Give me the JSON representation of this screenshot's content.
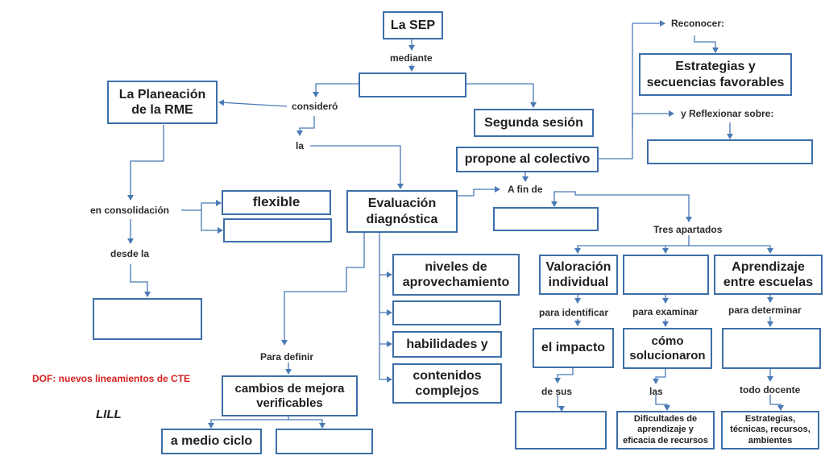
{
  "nodes": {
    "sep": "La SEP",
    "planeacion": "La Planeación de la RME",
    "segunda_sesion": "Segunda sesión",
    "propone": "propone al colectivo",
    "estrategias_favorables": "Estrategias y secuencias favorables",
    "flexible": "flexible",
    "evaluacion": "Evaluación diagnóstica",
    "niveles": "niveles de aprovechamiento",
    "habilidades": "habilidades y",
    "contenidos": "contenidos complejos",
    "cambios": "cambios de mejora verificables",
    "medio_ciclo": "a medio ciclo",
    "valoracion": "Valoración individual",
    "aprendizaje": "Aprendizaje entre escuelas",
    "impacto": "el impacto",
    "como": "cómo solucionaron",
    "dificultades": "Dificultades de aprendizaje y eficacia de recursos",
    "estrategias_tecnicas": "Estrategias, técnicas, recursos, ambientes"
  },
  "labels": {
    "mediante": "mediante",
    "considero": "consideró",
    "la": "la",
    "reconocer": "Reconocer:",
    "reflexionar": "y Reflexionar sobre:",
    "a_fin_de": "A fin de",
    "tres_apartados": "Tres apartados",
    "en_consolidacion": "en consolidación",
    "desde_la": "desde la",
    "para_definir": "Para definir",
    "para_identificar": "para identificar",
    "para_examinar": "para examinar",
    "para_determinar": "para determinar",
    "de_sus": "de sus",
    "las": "las",
    "todo_docente": "todo docente"
  },
  "notes": {
    "dof": "DOF: nuevos lineamientos de CTE",
    "signature": "LILL"
  },
  "colors": {
    "box_border": "#3d6ea8",
    "connector": "#4a7ab5",
    "note_red": "#d62020"
  }
}
